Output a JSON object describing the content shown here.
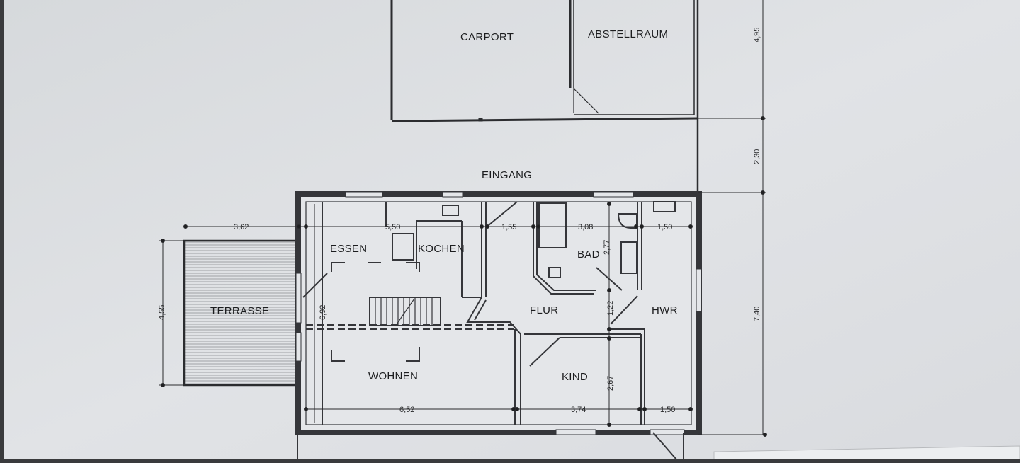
{
  "rooms": {
    "carport": "CARPORT",
    "abstellraum": "ABSTELLRAUM",
    "eingang": "EINGANG",
    "essen": "ESSEN",
    "kochen": "KOCHEN",
    "bad": "BAD",
    "terrasse": "TERRASSE",
    "flur": "FLUR",
    "hwr": "HWR",
    "wohnen": "WOHNEN",
    "kind": "KIND"
  },
  "dimensions": {
    "carport_depth": "4,95",
    "entrance_gap": "2,30",
    "house_depth": "7,40",
    "terrace_width": "3,62",
    "terrace_depth": "4,55",
    "essen_kochen_width": "5,50",
    "flur_width_top": "1,55",
    "bad_width": "3,08",
    "hwr_width_top": "1,50",
    "bad_depth": "2,77",
    "essen_wohnen_depth": "6,92",
    "flur_depth": "1,22",
    "kind_depth": "2,67",
    "wohnen_width": "6,52",
    "kind_width": "3,74",
    "hwr_width_bottom": "1,50"
  },
  "colors": {
    "paper": "#dfe1e4",
    "walls": "#3c3d40",
    "lines": "#1f2022"
  }
}
